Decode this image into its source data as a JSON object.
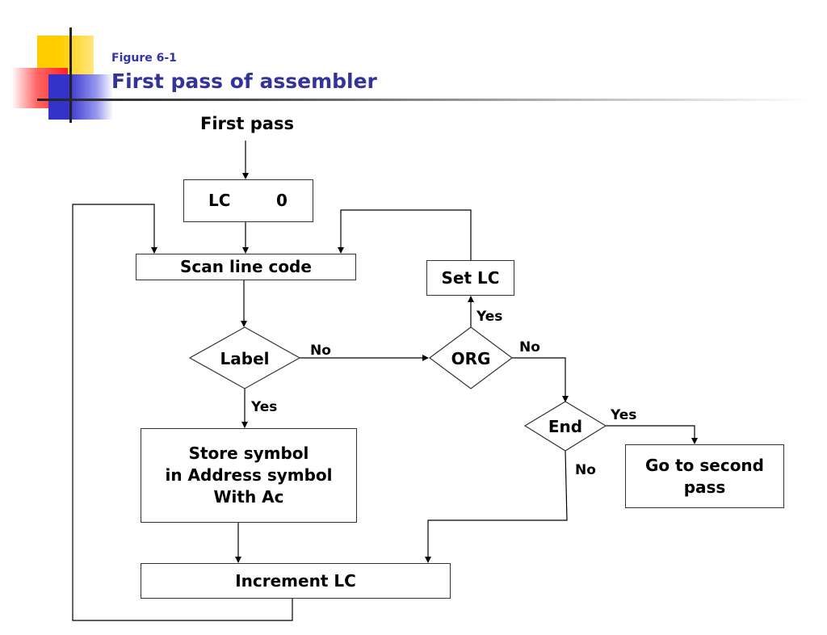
{
  "header": {
    "figure_label": "Figure 6-1",
    "title": "First pass of assembler"
  },
  "flowchart": {
    "start": "First pass",
    "init_lc": {
      "left": "LC",
      "right": "0"
    },
    "scan": "Scan line code",
    "label_decision": "Label",
    "store_lines": [
      "Store symbol",
      "in Address symbol",
      "With Ac"
    ],
    "increment": "Increment LC",
    "org_decision": "ORG",
    "set_lc": "Set LC",
    "end_decision": "End",
    "second_pass_lines": [
      "Go to second",
      "pass"
    ],
    "edge_labels": {
      "label_no": "No",
      "label_yes": "Yes",
      "org_yes": "Yes",
      "org_no": "No",
      "end_yes": "Yes",
      "end_no": "No"
    }
  },
  "colors": {
    "title": "#333399",
    "deco_yellow": "#ffcc00",
    "deco_red": "#ff3333",
    "deco_blue": "#3333cc",
    "line": "#000000"
  }
}
